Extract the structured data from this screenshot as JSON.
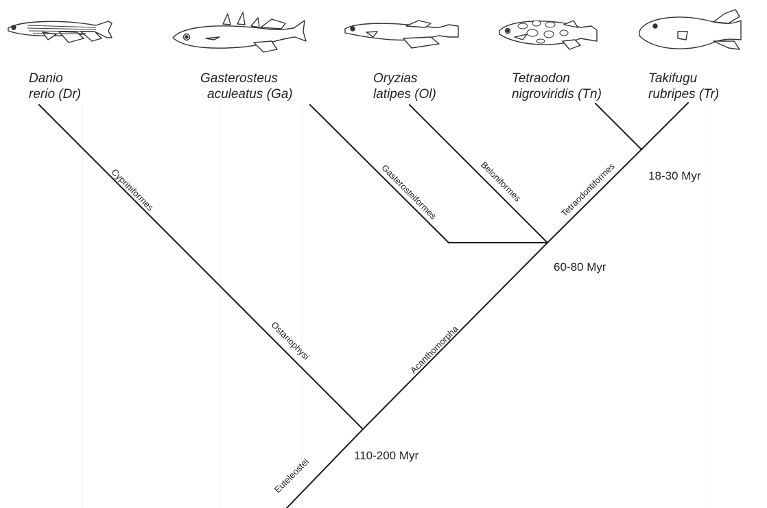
{
  "species": [
    {
      "line1": "Danio",
      "line2": "rerio (Dr)"
    },
    {
      "line1": "Gasterosteus",
      "line2": "aculeatus (Ga)"
    },
    {
      "line1": "Oryzias",
      "line2": "latipes (Ol)"
    },
    {
      "line1": "Tetraodon",
      "line2": "nigroviridis (Tn)"
    },
    {
      "line1": "Takifugu",
      "line2": "rubripes (Tr)"
    }
  ],
  "clades": {
    "cypriniformes": "Cypriniformes",
    "ostariophysi": "Ostariophysi",
    "gasterosteiformes": "Gasterosteiformes",
    "beloniformes": "Beloniformes",
    "tetraodontiformes": "Tetraodontiformes",
    "acanthomorpha": "Acanthomorpha",
    "euteleostei": "Euteleostei"
  },
  "divergence_times": {
    "tetraodon_takifugu": "18-30 Myr",
    "acanthomorpha_node": "60-80 Myr",
    "root": "110-200 Myr"
  },
  "icons": [
    "zebrafish-icon",
    "stickleback-icon",
    "medaka-icon",
    "tetraodon-icon",
    "fugu-icon"
  ],
  "colors": {
    "line": "#1a1a1a",
    "fish_stroke": "#333333"
  }
}
